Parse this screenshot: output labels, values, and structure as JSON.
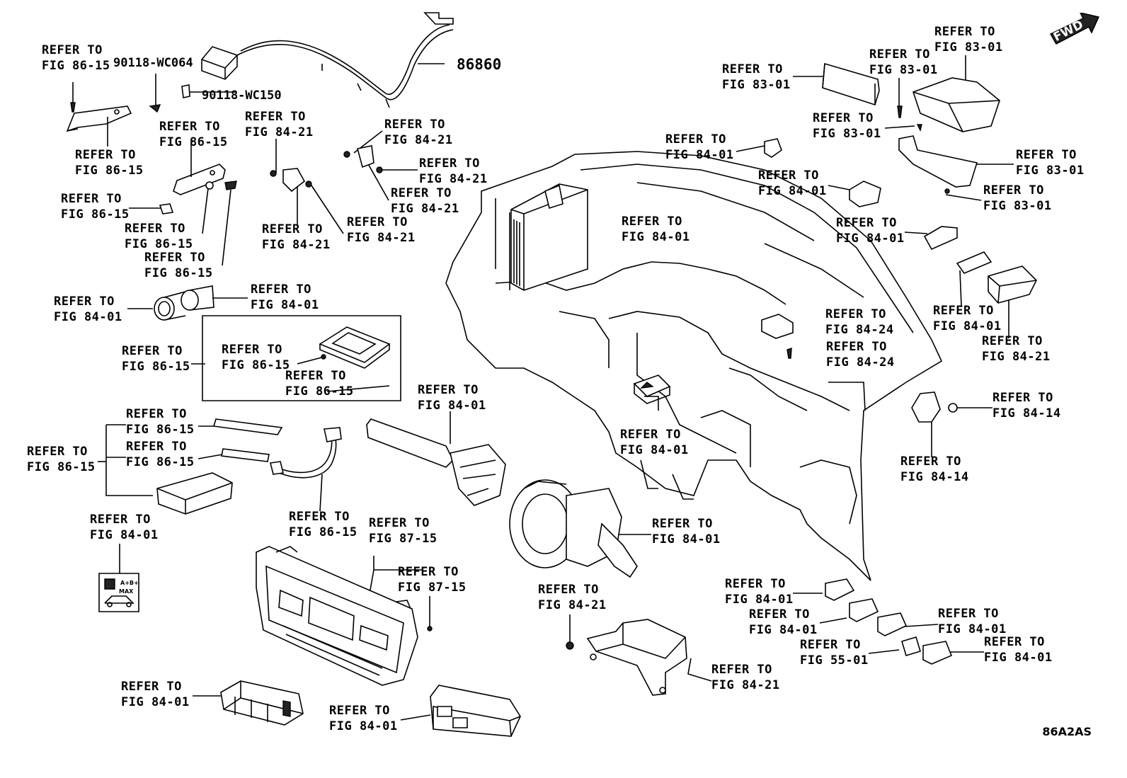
{
  "diagram_code": "86A2AS",
  "direction_badge": "FWD",
  "part_numbers": [
    "86860",
    "90118-WC064",
    "90118-WC150"
  ],
  "refs": [
    {
      "l1": "REFER TO",
      "l2": "FIG 86-15"
    },
    {
      "l1": "REFER TO",
      "l2": "FIG 86-15"
    },
    {
      "l1": "REFER TO",
      "l2": "FIG 86-15"
    },
    {
      "l1": "REFER TO",
      "l2": "FIG 86-15"
    },
    {
      "l1": "REFER TO",
      "l2": "FIG 86-15"
    },
    {
      "l1": "REFER TO",
      "l2": "FIG 86-15"
    },
    {
      "l1": "REFER TO",
      "l2": "FIG 84-21"
    },
    {
      "l1": "REFER TO",
      "l2": "FIG 84-21"
    },
    {
      "l1": "REFER TO",
      "l2": "FIG 84-21"
    },
    {
      "l1": "REFER TO",
      "l2": "FIG 84-21"
    },
    {
      "l1": "REFER TO",
      "l2": "FIG 84-21"
    },
    {
      "l1": "REFER TO",
      "l2": "FIG 84-21"
    },
    {
      "l1": "REFER TO",
      "l2": "FIG 84-01"
    },
    {
      "l1": "REFER TO",
      "l2": "FIG 84-01"
    },
    {
      "l1": "REFER TO",
      "l2": "FIG 86-15"
    },
    {
      "l1": "REFER TO",
      "l2": "FIG 86-15"
    },
    {
      "l1": "REFER TO",
      "l2": "FIG 86-15"
    },
    {
      "l1": "REFER TO",
      "l2": "FIG 86-15"
    },
    {
      "l1": "REFER TO",
      "l2": "FIG 86-15"
    },
    {
      "l1": "REFER TO",
      "l2": "FIG 86-15"
    },
    {
      "l1": "REFER TO",
      "l2": "FIG 84-01"
    },
    {
      "l1": "REFER TO",
      "l2": "FIG 86-15"
    },
    {
      "l1": "REFER TO",
      "l2": "FIG 84-01"
    },
    {
      "l1": "REFER TO",
      "l2": "FIG 87-15"
    },
    {
      "l1": "REFER TO",
      "l2": "FIG 87-15"
    },
    {
      "l1": "REFER TO",
      "l2": "FIG 84-01"
    },
    {
      "l1": "REFER TO",
      "l2": "FIG 84-01"
    },
    {
      "l1": "REFER TO",
      "l2": "FIG 84-01"
    },
    {
      "l1": "REFER TO",
      "l2": "FIG 84-01"
    },
    {
      "l1": "REFER TO",
      "l2": "FIG 84-21"
    },
    {
      "l1": "REFER TO",
      "l2": "FIG 84-21"
    },
    {
      "l1": "REFER TO",
      "l2": "FIG 83-01"
    },
    {
      "l1": "REFER TO",
      "l2": "FIG 83-01"
    },
    {
      "l1": "REFER TO",
      "l2": "FIG 83-01"
    },
    {
      "l1": "REFER TO",
      "l2": "FIG 83-01"
    },
    {
      "l1": "REFER TO",
      "l2": "FIG 83-01"
    },
    {
      "l1": "REFER TO",
      "l2": "FIG 83-01"
    },
    {
      "l1": "REFER TO",
      "l2": "FIG 84-01"
    },
    {
      "l1": "REFER TO",
      "l2": "FIG 84-01"
    },
    {
      "l1": "REFER TO",
      "l2": "FIG 84-01"
    },
    {
      "l1": "REFER TO",
      "l2": "FIG 84-01"
    },
    {
      "l1": "REFER TO",
      "l2": "FIG 84-21"
    },
    {
      "l1": "REFER TO",
      "l2": "FIG 84-24"
    },
    {
      "l1": "REFER TO",
      "l2": "FIG 84-24"
    },
    {
      "l1": "REFER TO",
      "l2": "FIG 84-14"
    },
    {
      "l1": "REFER TO",
      "l2": "FIG 84-14"
    },
    {
      "l1": "REFER TO",
      "l2": "FIG 84-01"
    },
    {
      "l1": "REFER TO",
      "l2": "FIG 84-01"
    },
    {
      "l1": "REFER TO",
      "l2": "FIG 84-01"
    },
    {
      "l1": "REFER TO",
      "l2": "FIG 55-01"
    },
    {
      "l1": "REFER TO",
      "l2": "FIG 84-01"
    }
  ]
}
